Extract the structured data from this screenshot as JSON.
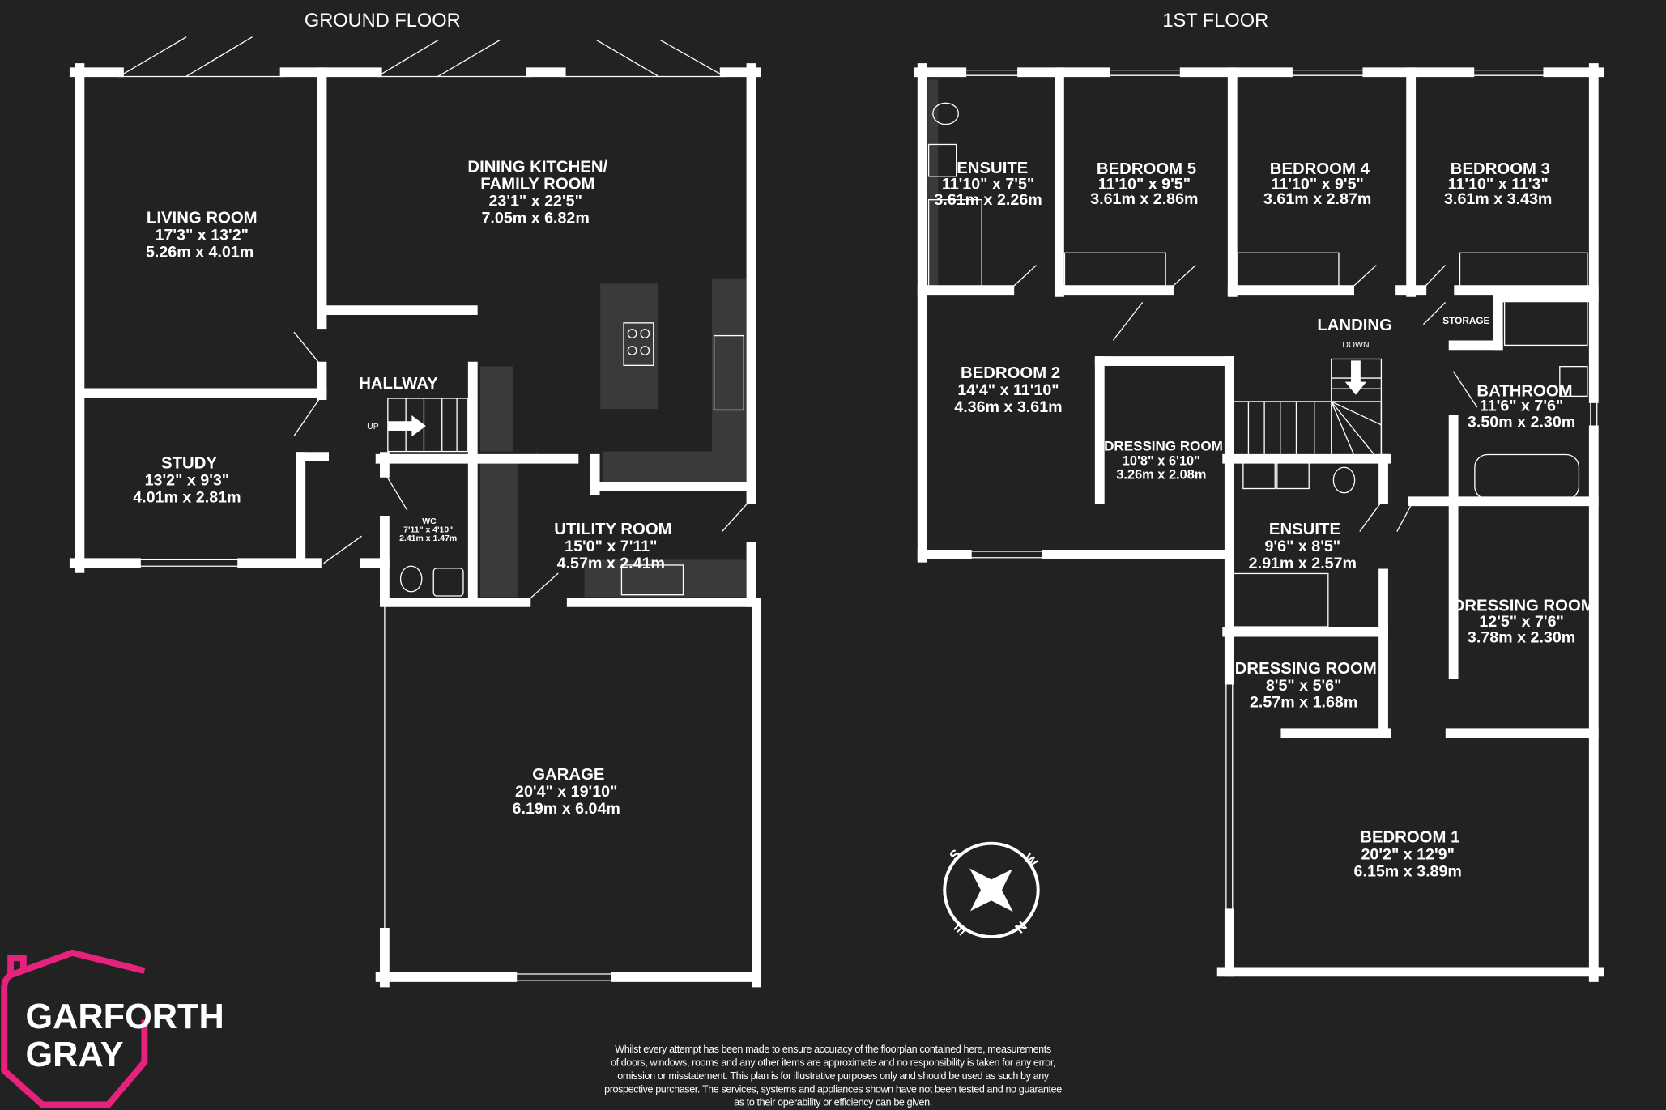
{
  "ground_floor": {
    "title": "GROUND FLOOR",
    "rooms": [
      {
        "name": "LIVING ROOM",
        "imperial": "17'3\"  x 13'2\"",
        "metric": "5.26m  x 4.01m"
      },
      {
        "name": "STUDY",
        "imperial": "13'2\"  x 9'3\"",
        "metric": "4.01m  x 2.81m"
      },
      {
        "name": "DINING KITCHEN/",
        "name2": "FAMILY ROOM",
        "imperial": "23'1\"  x 22'5\"",
        "metric": "7.05m  x 6.82m"
      },
      {
        "name": "HALLWAY"
      },
      {
        "name": "WC",
        "imperial": "7'11\"  x 4'10\"",
        "metric": "2.41m  x 1.47m"
      },
      {
        "name": "UTILITY ROOM",
        "imperial": "15'0\"  x 7'11\"",
        "metric": "4.57m  x 2.41m"
      },
      {
        "name": "GARAGE",
        "imperial": "20'4\"  x 19'10\"",
        "metric": "6.19m  x 6.04m"
      }
    ],
    "stairs_label": "UP"
  },
  "first_floor": {
    "title": "1ST FLOOR",
    "rooms": [
      {
        "name": "ENSUITE",
        "imperial": "11'10\"  x 7'5\"",
        "metric": "3.61m  x 2.26m"
      },
      {
        "name": "BEDROOM 5",
        "imperial": "11'10\"  x 9'5\"",
        "metric": "3.61m  x 2.86m"
      },
      {
        "name": "BEDROOM 4",
        "imperial": "11'10\"  x 9'5\"",
        "metric": "3.61m  x 2.87m"
      },
      {
        "name": "BEDROOM 3",
        "imperial": "11'10\"  x 11'3\"",
        "metric": "3.61m  x 3.43m"
      },
      {
        "name": "LANDING"
      },
      {
        "name": "STORAGE"
      },
      {
        "name": "BEDROOM 2",
        "imperial": "14'4\"  x 11'10\"",
        "metric": "4.36m  x 3.61m"
      },
      {
        "name": "DRESSING ROOM",
        "imperial": "10'8\"  x 6'10\"",
        "metric": "3.26m  x 2.08m"
      },
      {
        "name": "BATHROOM",
        "imperial": "11'6\"  x 7'6\"",
        "metric": "3.50m  x 2.30m"
      },
      {
        "name": "ENSUITE",
        "imperial": "9'6\"  x 8'5\"",
        "metric": "2.91m  x 2.57m"
      },
      {
        "name": "DRESSING ROOM",
        "imperial": "12'5\"  x 7'6\"",
        "metric": "3.78m  x 2.30m"
      },
      {
        "name": "DRESSING ROOM",
        "imperial": "8'5\"  x 5'6\"",
        "metric": "2.57m  x 1.68m"
      },
      {
        "name": "BEDROOM 1",
        "imperial": "20'2\"  x 12'9\"",
        "metric": "6.15m  x 3.89m"
      }
    ],
    "stairs_label": "DOWN"
  },
  "compass": {
    "letters": [
      "S",
      "W",
      "N",
      "E"
    ]
  },
  "logo": {
    "line1": "GARFORTH",
    "line2": "GRAY",
    "color": "#e6227d"
  },
  "disclaimer": [
    "Whilst every attempt has been made to ensure accuracy of the floorplan contained here, measurements",
    "of doors, windows, rooms and any other items are approximate and no responsibility is taken for any error,",
    "omission or misstatement. This plan is for illustrative purposes only and should be used as such by any",
    "prospective purchaser. The services, systems and appliances shown have not been tested and no guarantee",
    "as to their operability or efficiency can be given."
  ],
  "colors": {
    "background": "#222222",
    "walls": "#ffffff",
    "fittings": "#3a3a3a"
  }
}
